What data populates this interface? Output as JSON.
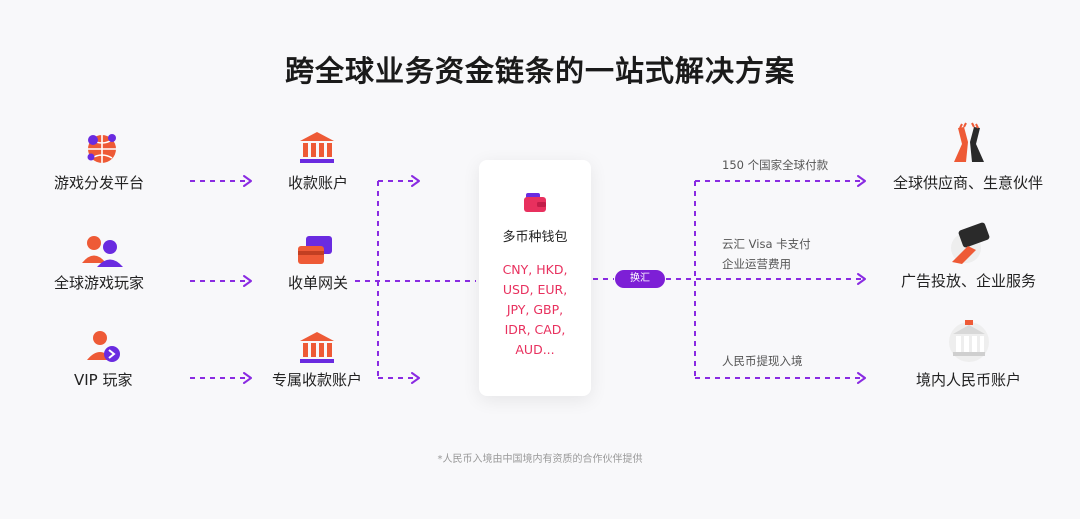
{
  "title": "跨全球业务资金链条的一站式解决方案",
  "sources": [
    {
      "label": "游戏分发平台",
      "icon": "globe-icon"
    },
    {
      "label": "全球游戏玩家",
      "icon": "users-icon"
    },
    {
      "label": "VIP 玩家",
      "icon": "vip-user-icon"
    }
  ],
  "accounts": [
    {
      "label": "收款账户",
      "icon": "bank-icon"
    },
    {
      "label": "收单网关",
      "icon": "card-gateway-icon"
    },
    {
      "label": "专属收款账户",
      "icon": "bank-icon"
    }
  ],
  "wallet": {
    "title": "多币种钱包",
    "icon": "wallet-icon",
    "currencies": [
      "CNY, HKD,",
      "USD, EUR,",
      "JPY, GBP,",
      "IDR, CAD,",
      "AUD..."
    ]
  },
  "exchange_label": "换汇",
  "routes": [
    {
      "lines": [
        "150 个国家全球付款"
      ]
    },
    {
      "lines": [
        "云汇 Visa 卡支付",
        "企业运营费用"
      ]
    },
    {
      "lines": [
        "人民币提现入境"
      ]
    }
  ],
  "destinations": [
    {
      "label": "全球供应商、生意伙伴",
      "icon": "handshake-icon"
    },
    {
      "label": "广告投放、企业服务",
      "icon": "visa-card-icon"
    },
    {
      "label": "境内人民币账户",
      "icon": "domestic-bank-icon"
    }
  ],
  "footnote": "*人民币入境由中国境内有资质的合作伙伴提供",
  "colors": {
    "accent": "#7d1fd6",
    "coral": "#ee5a36",
    "pink": "#e8305e"
  }
}
